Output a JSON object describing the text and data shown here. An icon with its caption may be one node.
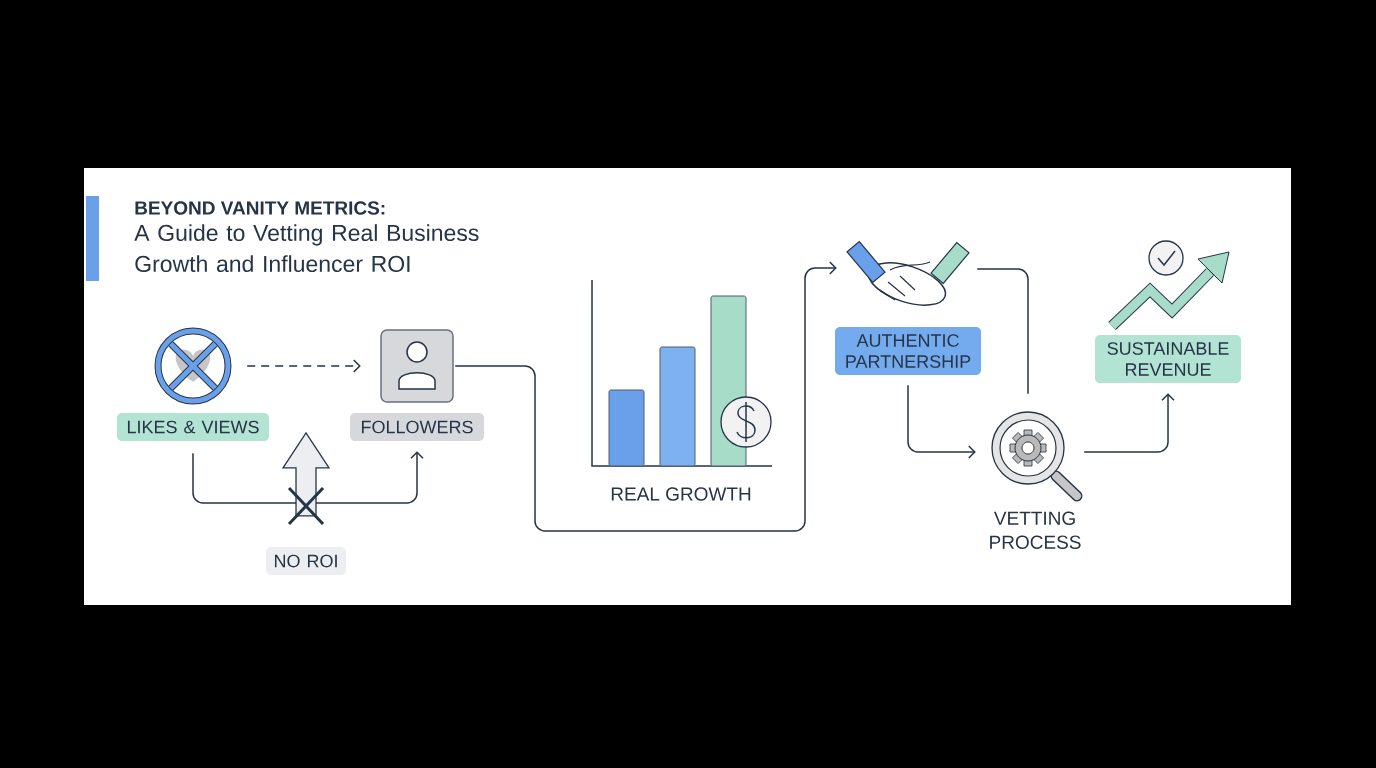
{
  "diagram": {
    "title": "BEYOND VANITY METRICS:",
    "nodes": [
      {
        "text": [],
        "shape": "picture"
      },
      {
        "text": [
          "LIKES & VIEWS"
        ]
      },
      {
        "text": [],
        "shape": "picture"
      },
      {
        "text": [
          "FOLLOWERS"
        ]
      },
      {
        "text": [
          "NO ROI"
        ]
      },
      {
        "text": [],
        "shape": "picture"
      },
      {
        "text": [
          "AUTHENTIC PARTNERSHIP"
        ]
      },
      {
        "text": [],
        "shape": "picture",
        "beside": [
          "VETTING PROCESS"
        ]
      },
      {
        "text": [],
        "shape": "picture"
      },
      {
        "text": [
          "SUSTAINABLE REVENUE"
        ]
      }
    ],
    "edges": [
      {
        "from": 0,
        "to": 2,
        "arrow": "to",
        "style": "dashed"
      },
      {
        "from": 1,
        "to": 3,
        "arrow": "to"
      },
      {
        "from": 2,
        "to": 5,
        "arrow": "to"
      },
      {
        "from": 5,
        "to": 7,
        "arrow": "none"
      },
      {
        "from": 6,
        "to": 7,
        "arrow": "to"
      },
      {
        "from": 7,
        "to": 9,
        "arrow": "to"
      },
      {
        "from": 4,
        "to": null,
        "arrow": "to"
      }
    ],
    "labels": [
      "A Guide to Vetting Real Business Growth and Influencer ROI",
      "REAL GROWTH"
    ]
  }
}
